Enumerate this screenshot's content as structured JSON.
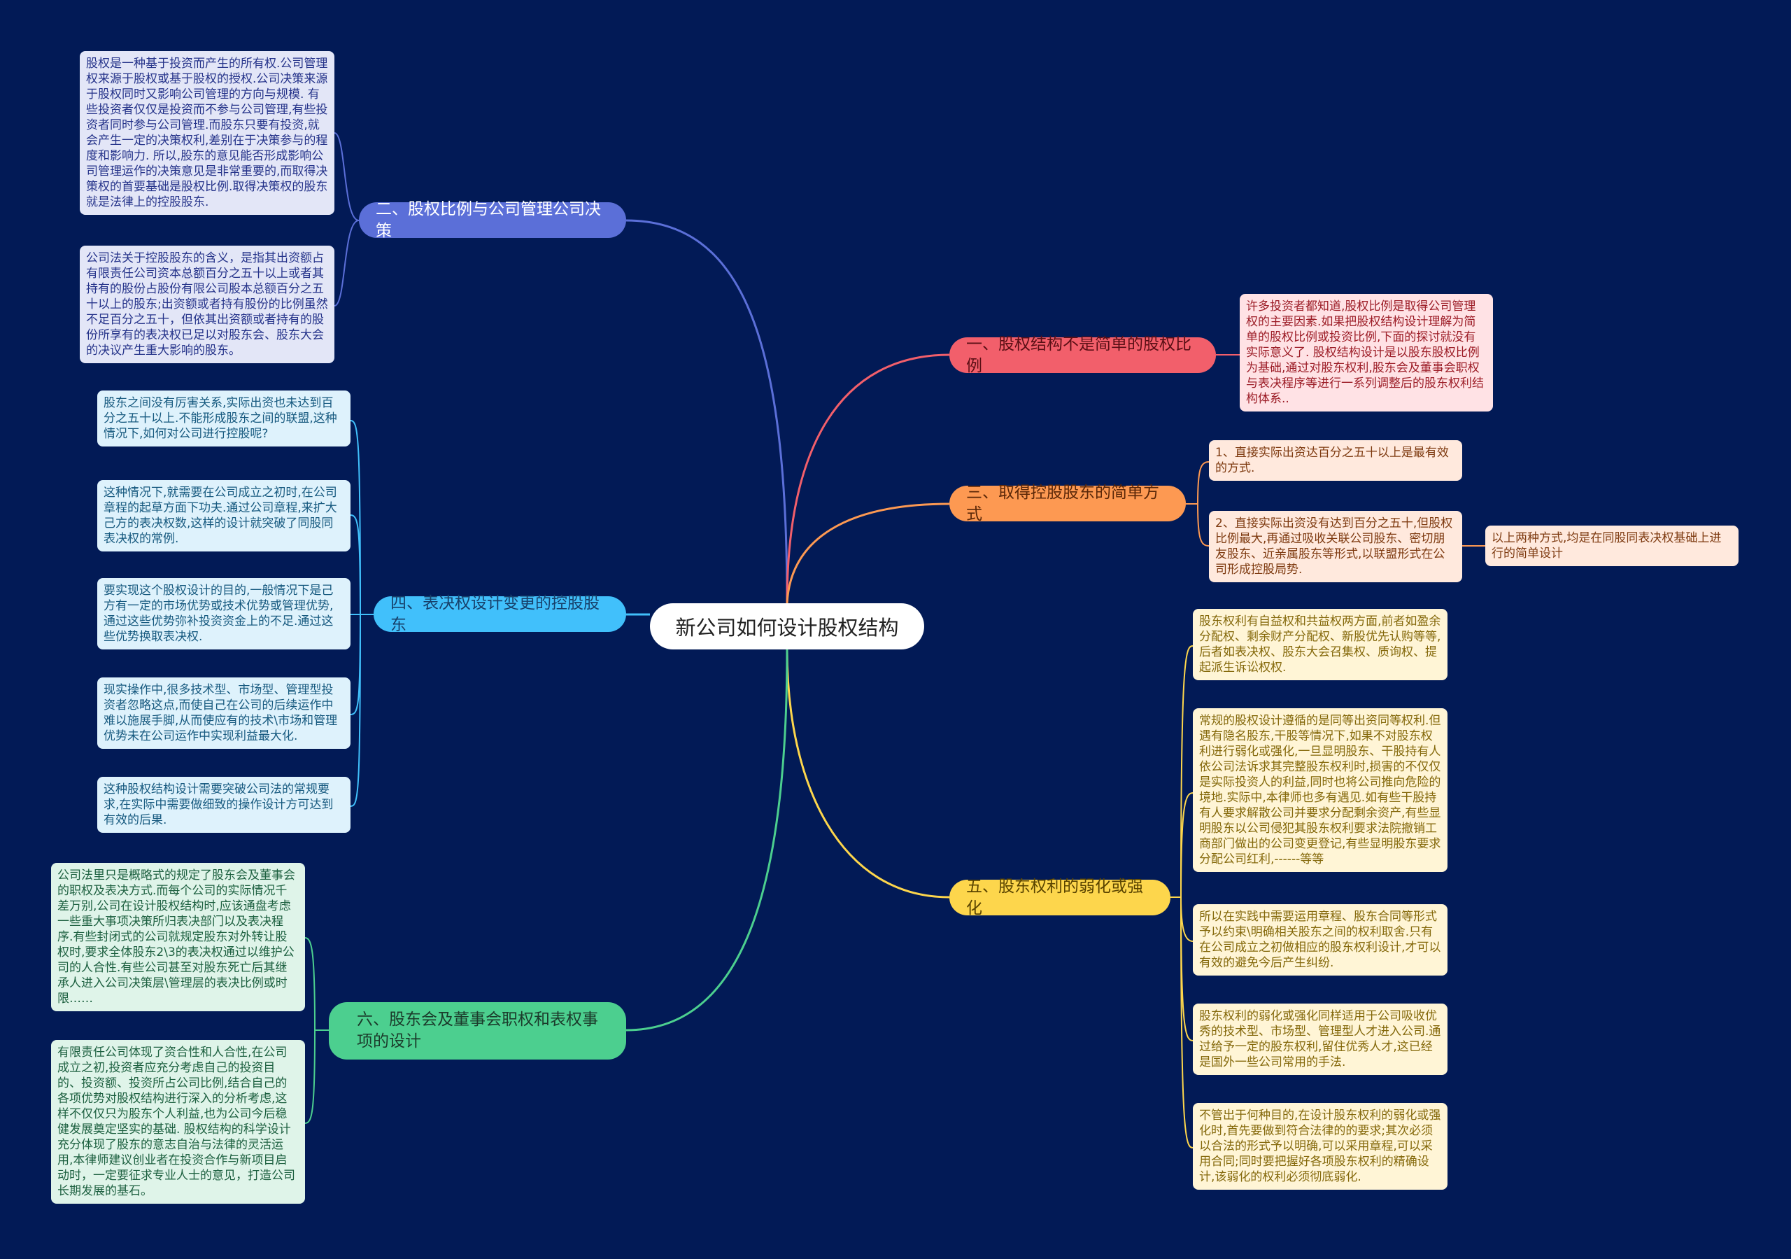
{
  "title": "新公司如何设计股权结构",
  "colors": {
    "background": "#021a56",
    "b1": "#f25f6b",
    "b2": "#5b6fd8",
    "b3": "#fd9952",
    "b4": "#41c0fb",
    "b5": "#fdd64c",
    "b6": "#4ccf8f"
  },
  "branches": {
    "b1": {
      "label": "一、股权结构不是简单的股权比例",
      "leaves": [
        "许多投资者都知道,股权比例是取得公司管理权的主要因素.如果把股权结构设计理解为简单的股权比例或投资比例,下面的探讨就没有实际意义了. 股权结构设计是以股东股权比例为基础,通过对股东权利,股东会及董事会职权与表决程序等进行一系列调整后的股东权利结构体系.."
      ]
    },
    "b2": {
      "label": "二、股权比例与公司管理公司决策",
      "leaves": [
        "股权是一种基于投资而产生的所有权.公司管理权来源于股权或基于股权的授权.公司决策来源于股权同时又影响公司管理的方向与规模. 有些投资者仅仅是投资而不参与公司管理,有些投资者同时参与公司管理.而股东只要有投资,就会产生一定的决策权利,差别在于决策参与的程度和影响力. 所以,股东的意见能否形成影响公司管理运作的决策意见是非常重要的,而取得决策权的首要基础是股权比例.取得决策权的股东就是法律上的控股股东.",
        "公司法关于控股股东的含义，是指其出资额占有限责任公司资本总额百分之五十以上或者其持有的股份占股份有限公司股本总额百分之五十以上的股东;出资额或者持有股份的比例虽然不足百分之五十，但依其出资额或者持有的股份所享有的表决权已足以对股东会、股东大会的决议产生重大影响的股东。"
      ]
    },
    "b3": {
      "label": "三、取得控股股东的简单方式",
      "leaves": [
        "1、直接实际出资达百分之五十以上是最有效的方式.",
        "2、直接实际出资没有达到百分之五十,但股权比例最大,再通过吸收关联公司股东、密切朋友股东、近亲属股东等形式,以联盟形式在公司形成控股局势."
      ],
      "sub_leaf": "以上两种方式,均是在同股同表决权基础上进行的简单设计"
    },
    "b4": {
      "label": "四、表决权设计变更的控股股东",
      "leaves": [
        "股东之间没有厉害关系,实际出资也未达到百分之五十以上.不能形成股东之间的联盟,这种情况下,如何对公司进行控股呢?",
        "这种情况下,就需要在公司成立之初时,在公司章程的起草方面下功夫.通过公司章程,来扩大己方的表决权数,这样的设计就突破了同股同表决权的常例.",
        "要实现这个股权设计的目的,一般情况下是己方有一定的市场优势或技术优势或管理优势,通过这些优势弥补投资资金上的不足.通过这些优势换取表决权.",
        "现实操作中,很多技术型、市场型、管理型投资者忽略这点,而使自己在公司的后续运作中难以施展手脚,从而使应有的技术\\市场和管理优势未在公司运作中实现利益最大化.",
        "这种股权结构设计需要突破公司法的常规要求,在实际中需要做细致的操作设计方可达到有效的后果."
      ]
    },
    "b5": {
      "label": "五、股东权利的弱化或强化",
      "leaves": [
        "股东权利有自益权和共益权两方面,前者如盈余分配权、剩余财产分配权、新股优先认购等等,后者如表决权、股东大会召集权、质询权、提起派生诉讼权权.",
        "常规的股权设计遵循的是同等出资同等权利.但遇有隐名股东,干股等情况下,如果不对股东权利进行弱化或强化,一旦显明股东、干股持有人依公司法诉求其完整股东权利时,损害的不仅仅是实际投资人的利益,同时也将公司推向危险的境地.实际中,本律师也多有遇见.如有些干股持有人要求解散公司并要求分配剩余资产,有些显明股东以公司侵犯其股东权利要求法院撤销工商部门做出的公司变更登记,有些显明股东要求分配公司红利,------等等",
        "所以在实践中需要运用章程、股东合同等形式予以约束\\明确相关股东之间的权利取舍.只有在公司成立之初做相应的股东权利设计,才可以有效的避免今后产生纠纷.",
        "股东权利的弱化或强化同样适用于公司吸收优秀的技术型、市场型、管理型人才进入公司.通过给予一定的股东权利,留住优秀人才,这已经是国外一些公司常用的手法.",
        "不管出于何种目的,在设计股东权利的弱化或强化时,首先要做到符合法律的的要求;其次必须以合法的形式予以明确,可以采用章程,可以采用合同;同时要把握好各项股东权利的精确设计,该弱化的权利必须彻底弱化."
      ]
    },
    "b6": {
      "label": "六、股东会及董事会职权和表权事项的设计",
      "leaves": [
        "公司法里只是概略式的规定了股东会及董事会的职权及表决方式.而每个公司的实际情况千差万别,公司在设计股权结构时,应该通盘考虑一些重大事项决策所归表决部门以及表决程序.有些封闭式的公司就规定股东对外转让股权时,要求全体股东2\\3的表决权通过以维护公司的人合性.有些公司甚至对股东死亡后其继承人进入公司决策层\\管理层的表决比例或时限……",
        "有限责任公司体现了资合性和人合性,在公司成立之初,投资者应充分考虑自己的投资目的、投资额、投资所占公司比例,结合自己的各项优势对股权结构进行深入的分析考虑,这样不仅仅只为股东个人利益,也为公司今后稳健发展奠定坚实的基础. 股权结构的科学设计充分体现了股东的意志自治与法律的灵活运用,本律师建议创业者在投资合作与新项目启动时，一定要征求专业人士的意见，打造公司长期发展的基石。"
      ]
    }
  }
}
